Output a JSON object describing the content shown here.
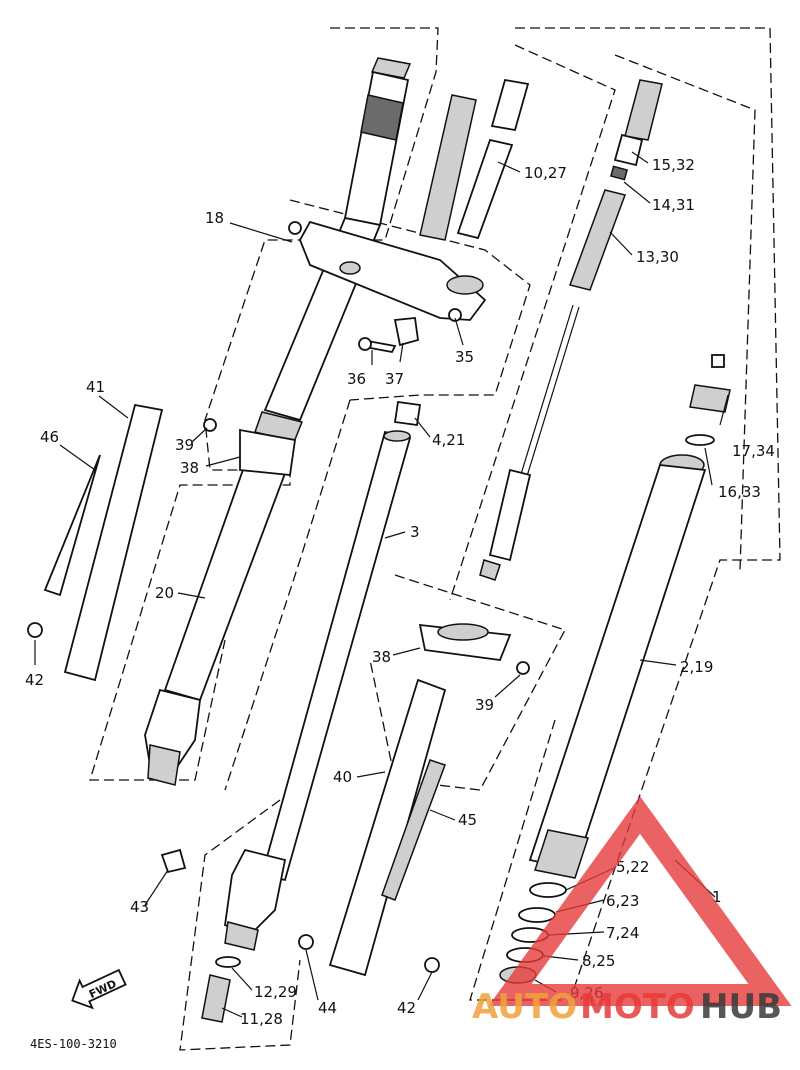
{
  "diagram": {
    "drawing_code": "4ES-100-3210",
    "fwd_label": "FWD",
    "callouts": [
      {
        "id": "18",
        "label": "18"
      },
      {
        "id": "10-27",
        "label": "10,27"
      },
      {
        "id": "15-32",
        "label": "15,32"
      },
      {
        "id": "14-31",
        "label": "14,31"
      },
      {
        "id": "13-30",
        "label": "13,30"
      },
      {
        "id": "35",
        "label": "35"
      },
      {
        "id": "36",
        "label": "36"
      },
      {
        "id": "37",
        "label": "37"
      },
      {
        "id": "41",
        "label": "41"
      },
      {
        "id": "46",
        "label": "46"
      },
      {
        "id": "39a",
        "label": "39"
      },
      {
        "id": "38a",
        "label": "38"
      },
      {
        "id": "4-21",
        "label": "4,21"
      },
      {
        "id": "17-34",
        "label": "17,34"
      },
      {
        "id": "16-33",
        "label": "16,33"
      },
      {
        "id": "3",
        "label": "3"
      },
      {
        "id": "20",
        "label": "20"
      },
      {
        "id": "42a",
        "label": "42"
      },
      {
        "id": "38b",
        "label": "38"
      },
      {
        "id": "39b",
        "label": "39"
      },
      {
        "id": "2-19",
        "label": "2,19"
      },
      {
        "id": "40",
        "label": "40"
      },
      {
        "id": "45",
        "label": "45"
      },
      {
        "id": "5-22",
        "label": "5,22"
      },
      {
        "id": "1",
        "label": "1"
      },
      {
        "id": "6-23",
        "label": "6,23"
      },
      {
        "id": "43",
        "label": "43"
      },
      {
        "id": "7-24",
        "label": "7,24"
      },
      {
        "id": "8-25",
        "label": "8,25"
      },
      {
        "id": "12-29",
        "label": "12,29"
      },
      {
        "id": "44",
        "label": "44"
      },
      {
        "id": "42b",
        "label": "42"
      },
      {
        "id": "9-26",
        "label": "9,26"
      },
      {
        "id": "11-28",
        "label": "11,28"
      }
    ]
  },
  "watermark": {
    "part1": "AUTO",
    "part2": "MOTO",
    "part3": "HUB",
    "color_primary": "#e63b3b",
    "color_secondary": "#f2a23a",
    "color_dark": "#3a3a3a"
  }
}
